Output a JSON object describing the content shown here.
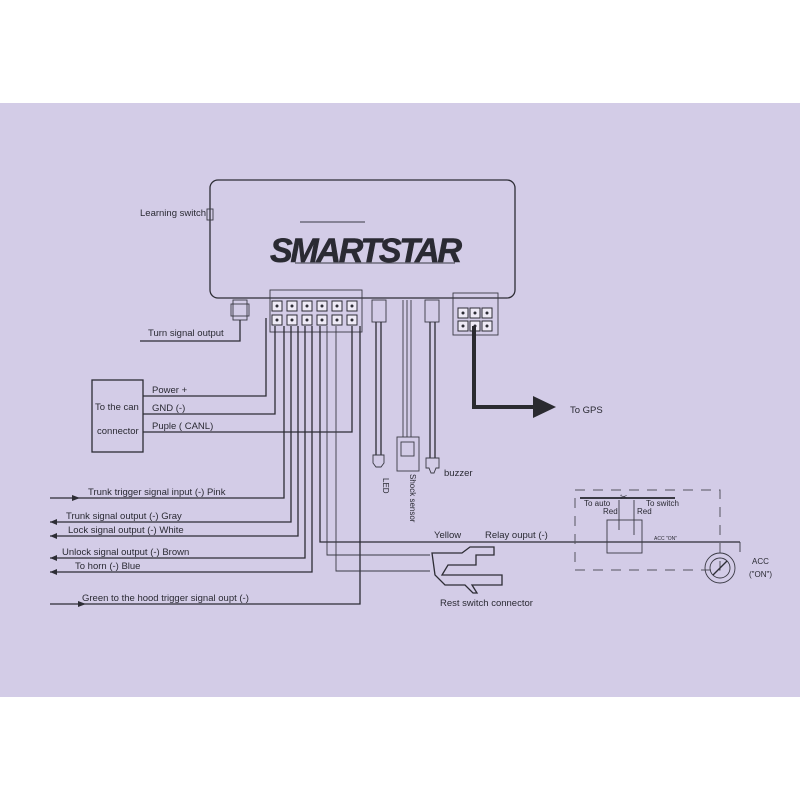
{
  "paper_color": "#d3cce7",
  "ink_color": "#2d2d35",
  "module": {
    "brand": "SMARTSTAR",
    "learning_switch": "Learning switch",
    "turn_signal": "Turn signal output"
  },
  "can_connector": {
    "label_line1": "To the can",
    "label_line2": "connector",
    "wires": [
      "Power +",
      "GND (-)",
      "Puple ( CANL)"
    ]
  },
  "gps": {
    "label": "To GPS"
  },
  "peripherals": {
    "led": "LED",
    "shock_sensor": "Shock sensor",
    "buzzer": "buzzer"
  },
  "left_wires": [
    "Trunk trigger signal  input (-)  Pink",
    "Trunk signal output (-) Gray",
    "Lock signal output (-) White",
    "Unlock signal output (-) Brown",
    "To horn (-) Blue",
    "Green to the hood trigger signal oupt (-)"
  ],
  "relay": {
    "yellow": "Yellow",
    "output": "Relay ouput (-)",
    "to_auto": "To auto",
    "to_switch": "To switch",
    "red_left": "Red",
    "red_right": "Red",
    "acc_on_small": "ACC \"ON\"",
    "acc": "ACC",
    "acc_on": "(\"ON\")"
  },
  "rest_switch": "Rest switch connector"
}
